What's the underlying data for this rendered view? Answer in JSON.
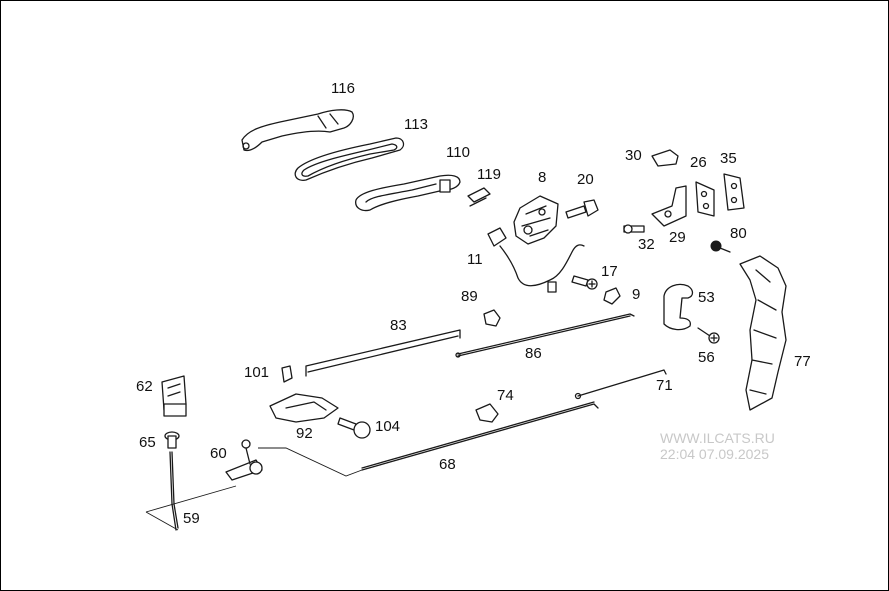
{
  "callouts": {
    "p116": "116",
    "p113": "113",
    "p110": "110",
    "p119": "119",
    "p8": "8",
    "p20": "20",
    "p30": "30",
    "p26": "26",
    "p35": "35",
    "p32": "32",
    "p29": "29",
    "p80": "80",
    "p11": "11",
    "p17": "17",
    "p9": "9",
    "p89": "89",
    "p83": "83",
    "p86": "86",
    "p53": "53",
    "p56": "56",
    "p77": "77",
    "p101": "101",
    "p62": "62",
    "p71": "71",
    "p74": "74",
    "p104": "104",
    "p92": "92",
    "p65": "65",
    "p60": "60",
    "p68": "68",
    "p59": "59"
  },
  "watermark": {
    "site": "WWW.ILCATS.RU",
    "datetime": "22:04 07.09.2025"
  },
  "colors": {
    "line": "#1a1a1a",
    "watermark": "#c8c8c8",
    "background": "#ffffff"
  }
}
